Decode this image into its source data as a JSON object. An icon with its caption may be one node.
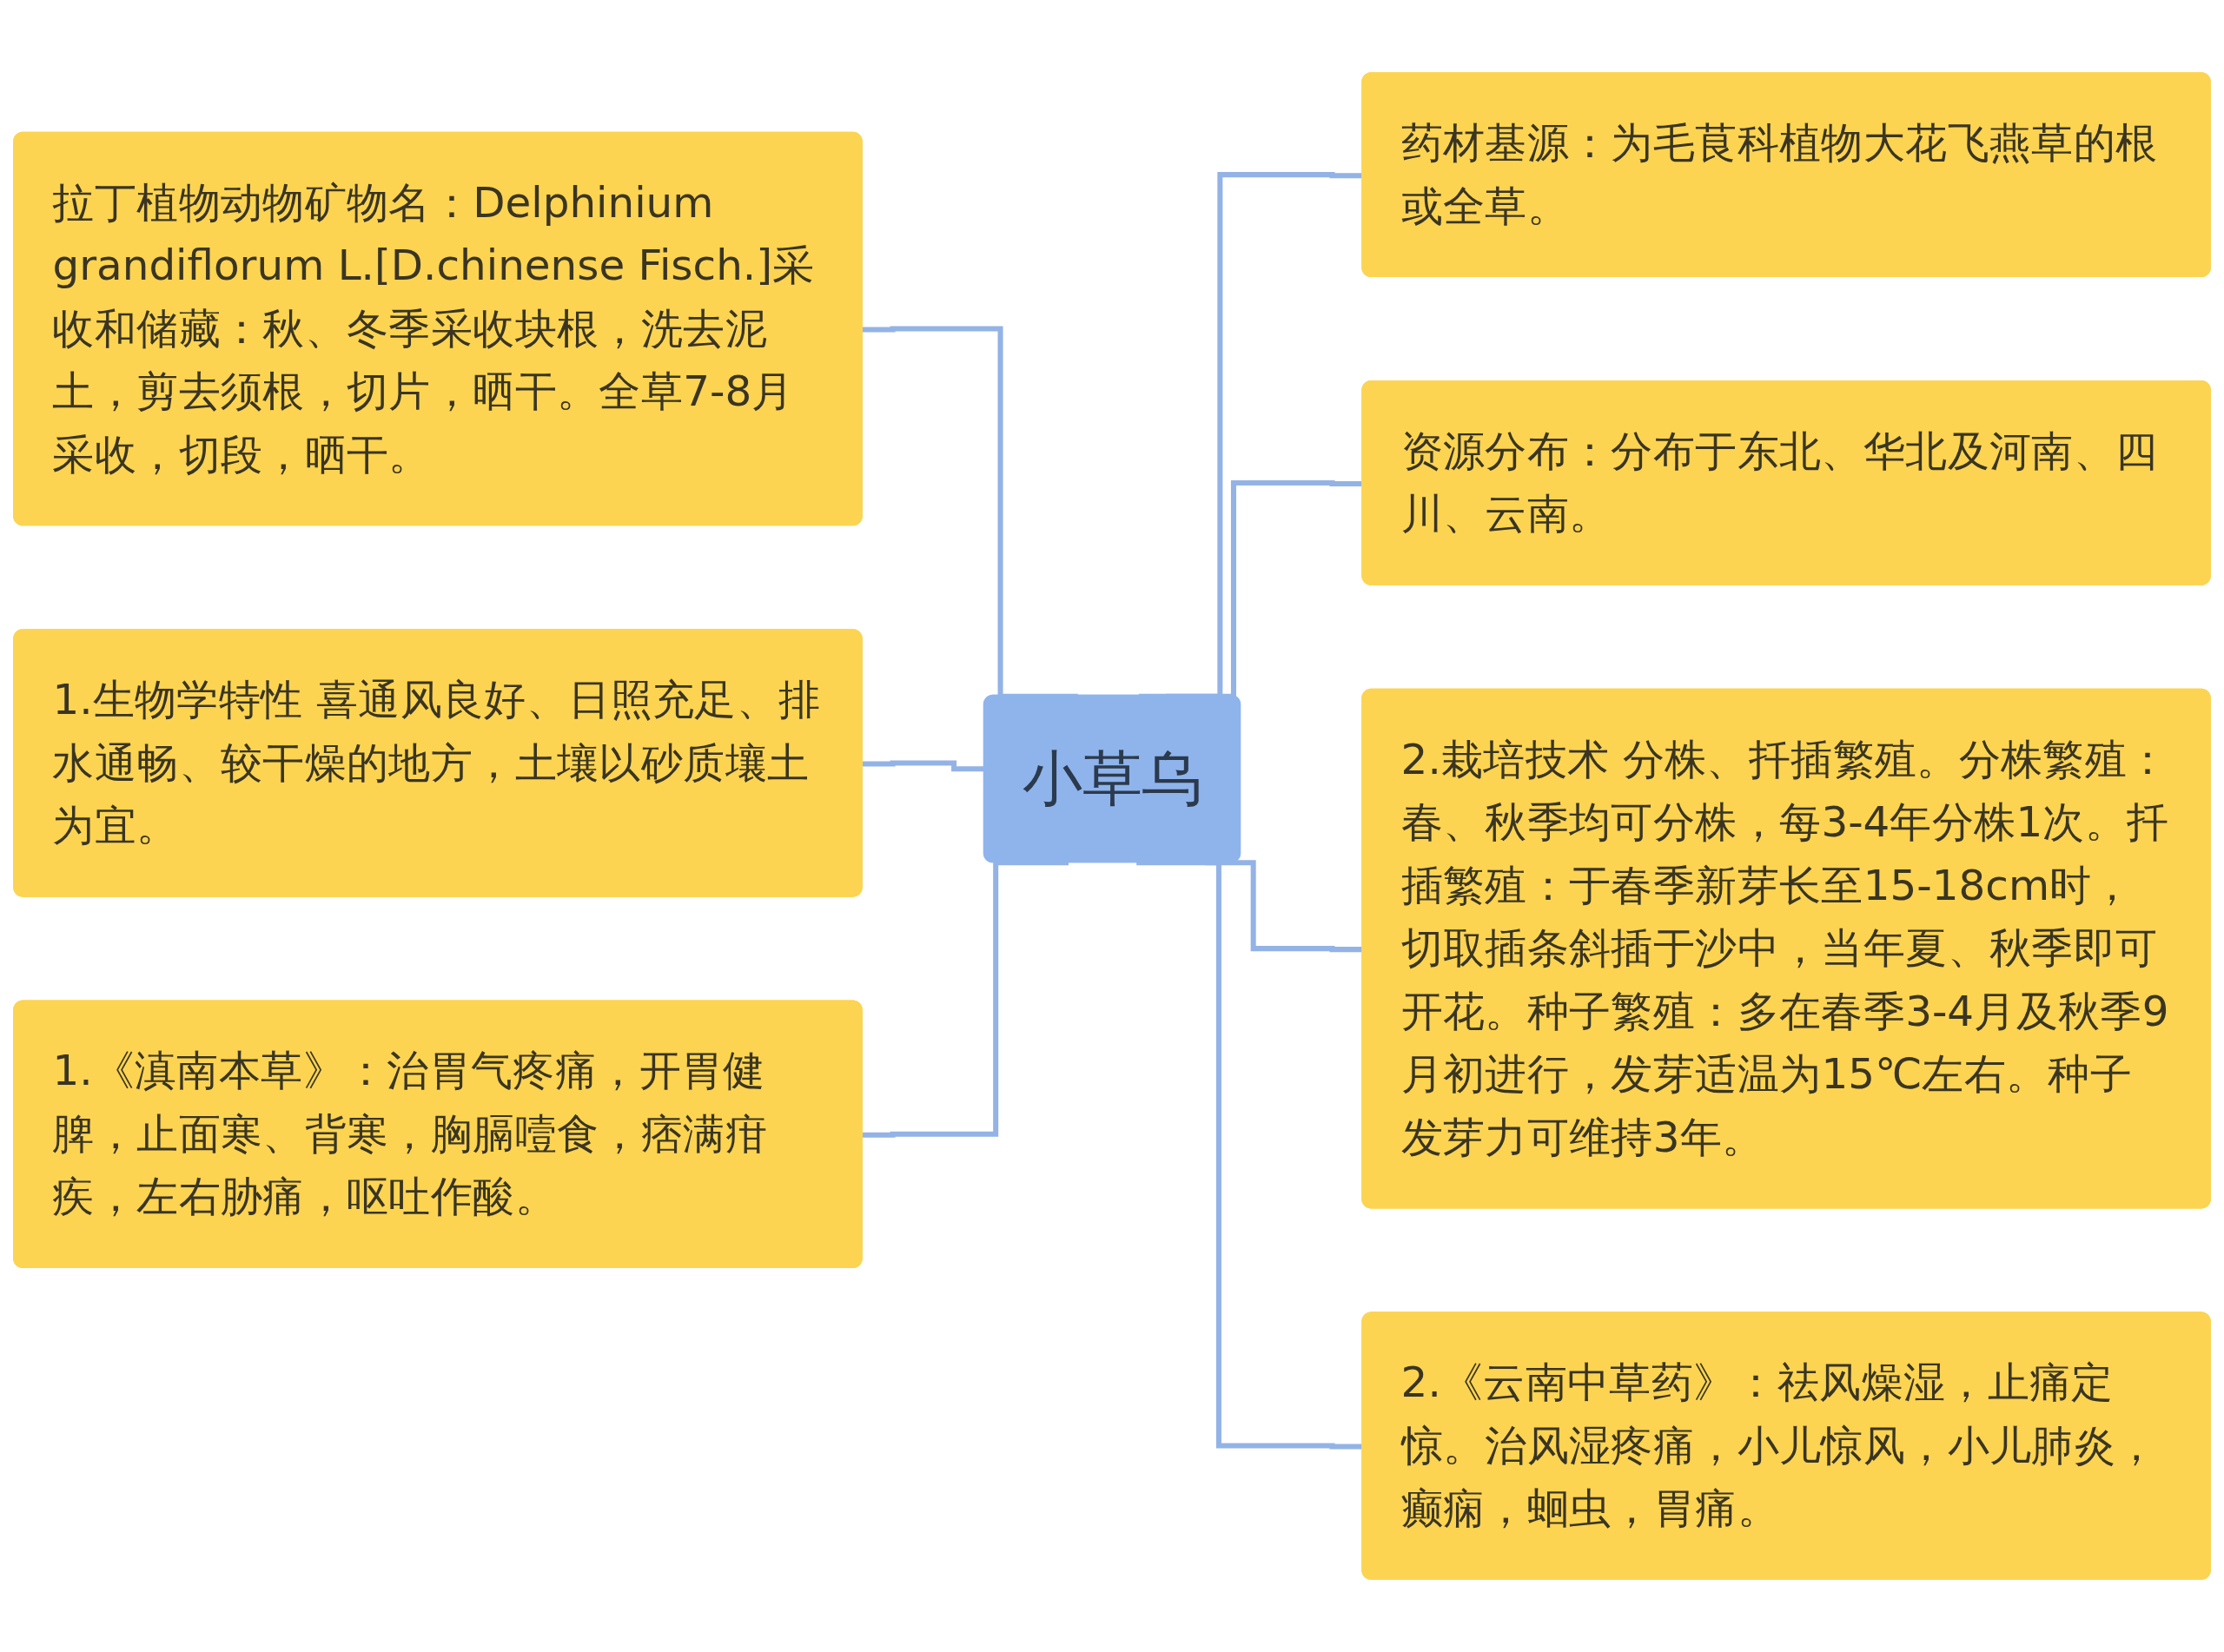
{
  "diagram": {
    "nodes": [
      {
        "text": [
          "小草乌"
        ]
      },
      {
        "text": [
          "拉丁植物动物矿物名：Delphinium grandiflorum L.[D.chinense Fisch.]采收和储藏：秋、冬季采收块根，洗去泥土，剪去须根，切片，晒干。全草7-8月采收，切段，晒干。"
        ]
      },
      {
        "text": [
          "1.生物学特性 喜通风良好、日照充足、排水通畅、较干燥的地方，土壤以砂质壤土为宜。"
        ]
      },
      {
        "text": [
          "1.《滇南本草》：治胃气疼痛，开胃健脾，止面寒、背寒，胸膈噎食，痞满疳疾，左右胁痛，呕吐作酸。"
        ]
      },
      {
        "text": [
          "药材基源：为毛茛科植物大花飞燕草的根或全草。"
        ]
      },
      {
        "text": [
          "资源分布：分布于东北、华北及河南、四川、云南。"
        ]
      },
      {
        "text": [
          "2.栽培技术 分株、扦插繁殖。分株繁殖：春、秋季均可分株，每3-4年分株1次。扦插繁殖：于春季新芽长至15-18cm时，切取插条斜插于沙中，当年夏、秋季即可开花。种子繁殖：多在春季3-4月及秋季9月初进行，发芽适温为15℃左右。种子发芽力可维持3年。"
        ]
      },
      {
        "text": [
          "2.《云南中草药》：祛风燥湿，止痛定惊。治风湿疼痛，小儿惊风，小儿肺炎，癫痫，蛔虫，胃痛。"
        ]
      }
    ],
    "edges": [
      {
        "from": 0,
        "to": 1,
        "arrow": "none"
      },
      {
        "from": 0,
        "to": 2,
        "arrow": "none"
      },
      {
        "from": 0,
        "to": 3,
        "arrow": "none"
      },
      {
        "from": 0,
        "to": 4,
        "arrow": "none"
      },
      {
        "from": 0,
        "to": 5,
        "arrow": "none"
      },
      {
        "from": 0,
        "to": 6,
        "arrow": "none"
      },
      {
        "from": 0,
        "to": 7,
        "arrow": "none"
      }
    ]
  }
}
